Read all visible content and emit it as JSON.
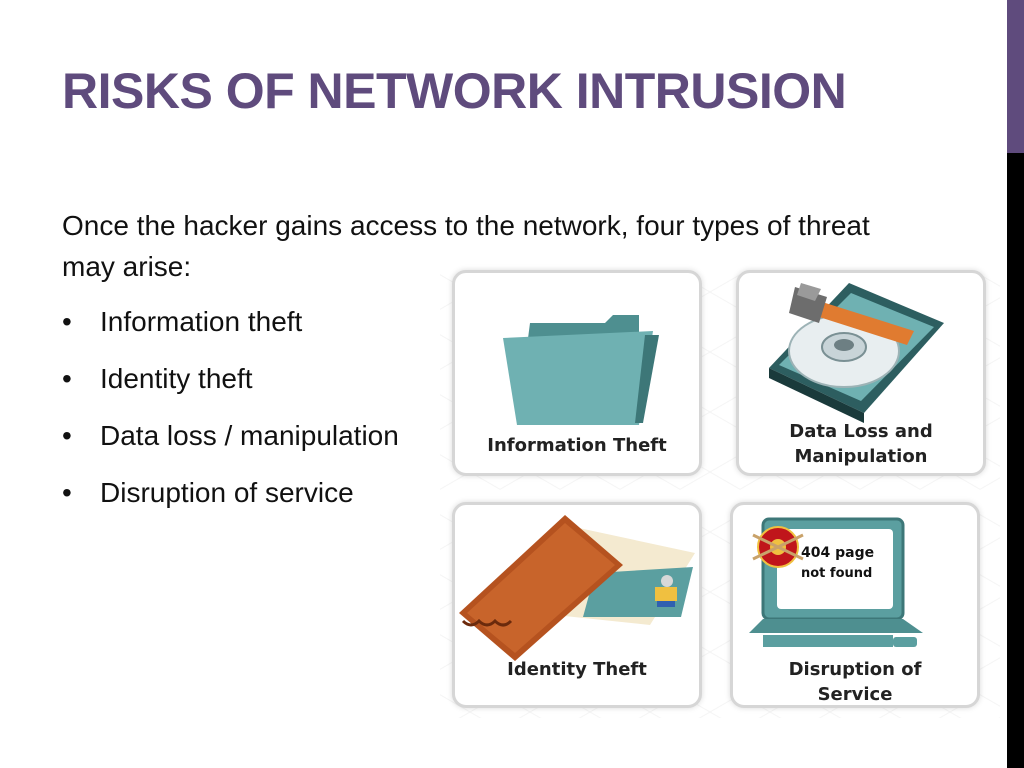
{
  "slide": {
    "title": "RISKS OF NETWORK INTRUSION",
    "intro": "Once the hacker gains access to the network, four types of threat may arise:",
    "bullets": [
      "Information theft",
      "Identity theft",
      "Data loss / manipulation",
      "Disruption of service"
    ],
    "bullet_symbol": "•"
  },
  "graphic": {
    "cards": [
      {
        "label": "Information Theft",
        "icon": "folder-icon"
      },
      {
        "label_line1": "Data Loss and",
        "label_line2": "Manipulation",
        "icon": "hard-drive-hammer-icon"
      },
      {
        "label": "Identity Theft",
        "icon": "id-card-envelope-icon"
      },
      {
        "label_line1": "Disruption of",
        "label_line2": "Service",
        "icon": "computer-bug-icon",
        "screen_text_line1": "404 page",
        "screen_text_line2": "not found"
      }
    ]
  },
  "colors": {
    "title": "#5f4b7d",
    "accent_bar": "#5f4b7d",
    "side_bar": "#000000",
    "teal": "#5b9fa0",
    "leather": "#b5521f"
  }
}
